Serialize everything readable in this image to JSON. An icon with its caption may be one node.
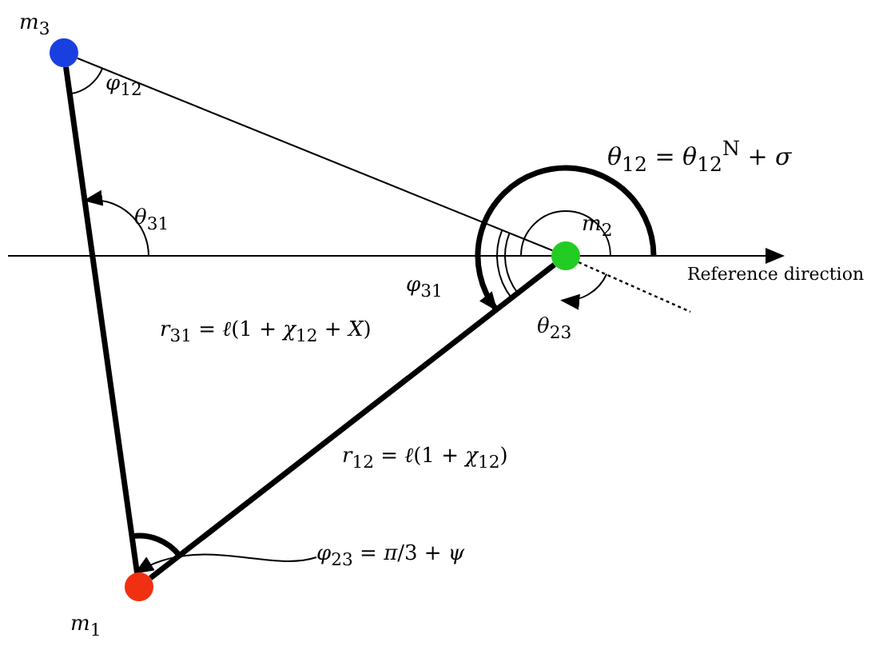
{
  "diagram": {
    "nodes": [
      {
        "text": [],
        "shape": "circle",
        "beside": [
          "*m*$_{3}$"
        ]
      },
      {
        "text": [],
        "shape": "circle",
        "beside": [
          "*m*$_{2}$"
        ]
      },
      {
        "text": [],
        "shape": "circle",
        "beside": [
          "*m*$_{1}$"
        ]
      },
      {
        "text": [
          "*φ*$_{23}$ = *π*/3 + *ψ*"
        ]
      }
    ],
    "edges": [
      {
        "from": 0,
        "to": 2,
        "arrow": "none",
        "style": "thick"
      },
      {
        "from": 0,
        "to": 1,
        "arrow": "none"
      },
      {
        "from": 2,
        "to": 1,
        "arrow": "none",
        "style": "thick"
      },
      {
        "from": 3,
        "to": 2,
        "arrow": "to"
      }
    ],
    "labels": [
      "*φ*$_{12}$",
      "*θ*$_{31}$",
      "*θ*$_{12}$ = *θ*$_{12}$$^{N}$ + *σ*",
      "*φ*$_{31}$",
      "*θ*$_{23}$",
      "Reference direction",
      "*r*$_{31}$ = *ℓ*(1 + *χ*$_{12}$ + *X*)",
      "*r*$_{12}$ = *ℓ*(1 + *χ*$_{12}$)"
    ]
  }
}
